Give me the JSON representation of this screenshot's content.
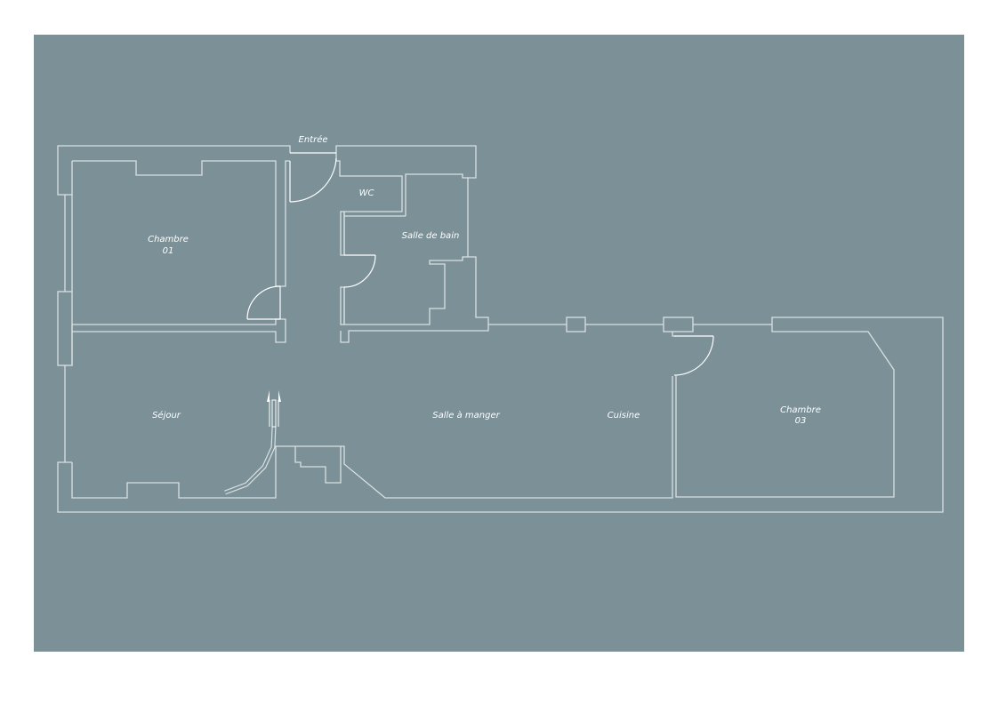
{
  "colors": {
    "background": "#7b9097",
    "lines": "#d9e0e2"
  },
  "rooms": {
    "entree": "Entrée",
    "chambre01": {
      "line1": "Chambre",
      "line2": "01"
    },
    "wc": "WC",
    "salle_de_bain": "Salle de bain",
    "sejour": "Séjour",
    "salle_a_manger": "Salle à manger",
    "cuisine": "Cuisine",
    "chambre03": {
      "line1": "Chambre",
      "line2": "03"
    }
  }
}
